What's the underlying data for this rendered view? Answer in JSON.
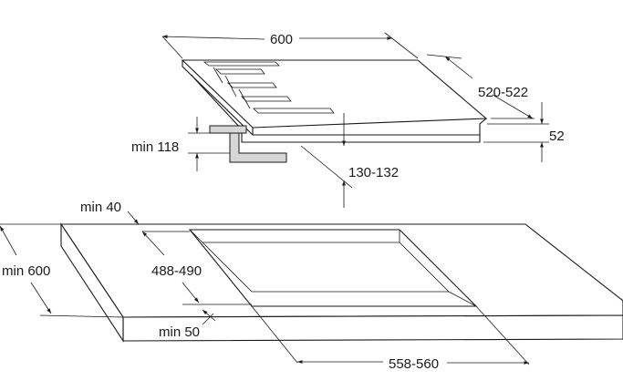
{
  "labels": {
    "hob_width": "600",
    "hob_depth": "520-522",
    "hob_height": "52",
    "clearance_min": "min 118",
    "cutout_height": "130-132",
    "edge_back_min": "min 40",
    "worktop_depth_min": "min 600",
    "cutout_depth": "488-490",
    "edge_front_min": "min 50",
    "cutout_width": "558-560"
  },
  "colors": {
    "line": "#1a1a1a",
    "bracket_fill": "#d7d7d7",
    "background": "#ffffff"
  }
}
